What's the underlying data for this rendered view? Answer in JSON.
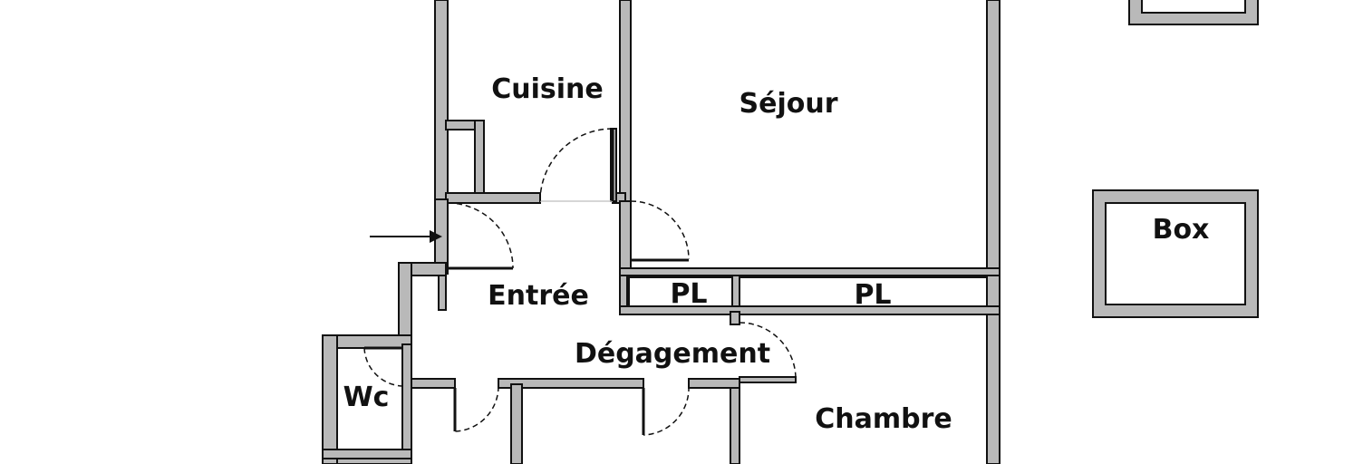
{
  "labels": {
    "cuisine": "Cuisine",
    "sejour": "Séjour",
    "entree": "Entrée",
    "degagement": "Dégagement",
    "chambre": "Chambre",
    "wc": "Wc",
    "placard_1": "PL",
    "placard_2": "PL",
    "box": "Box"
  },
  "icons": {
    "entrance": "entrance-arrow-icon"
  }
}
